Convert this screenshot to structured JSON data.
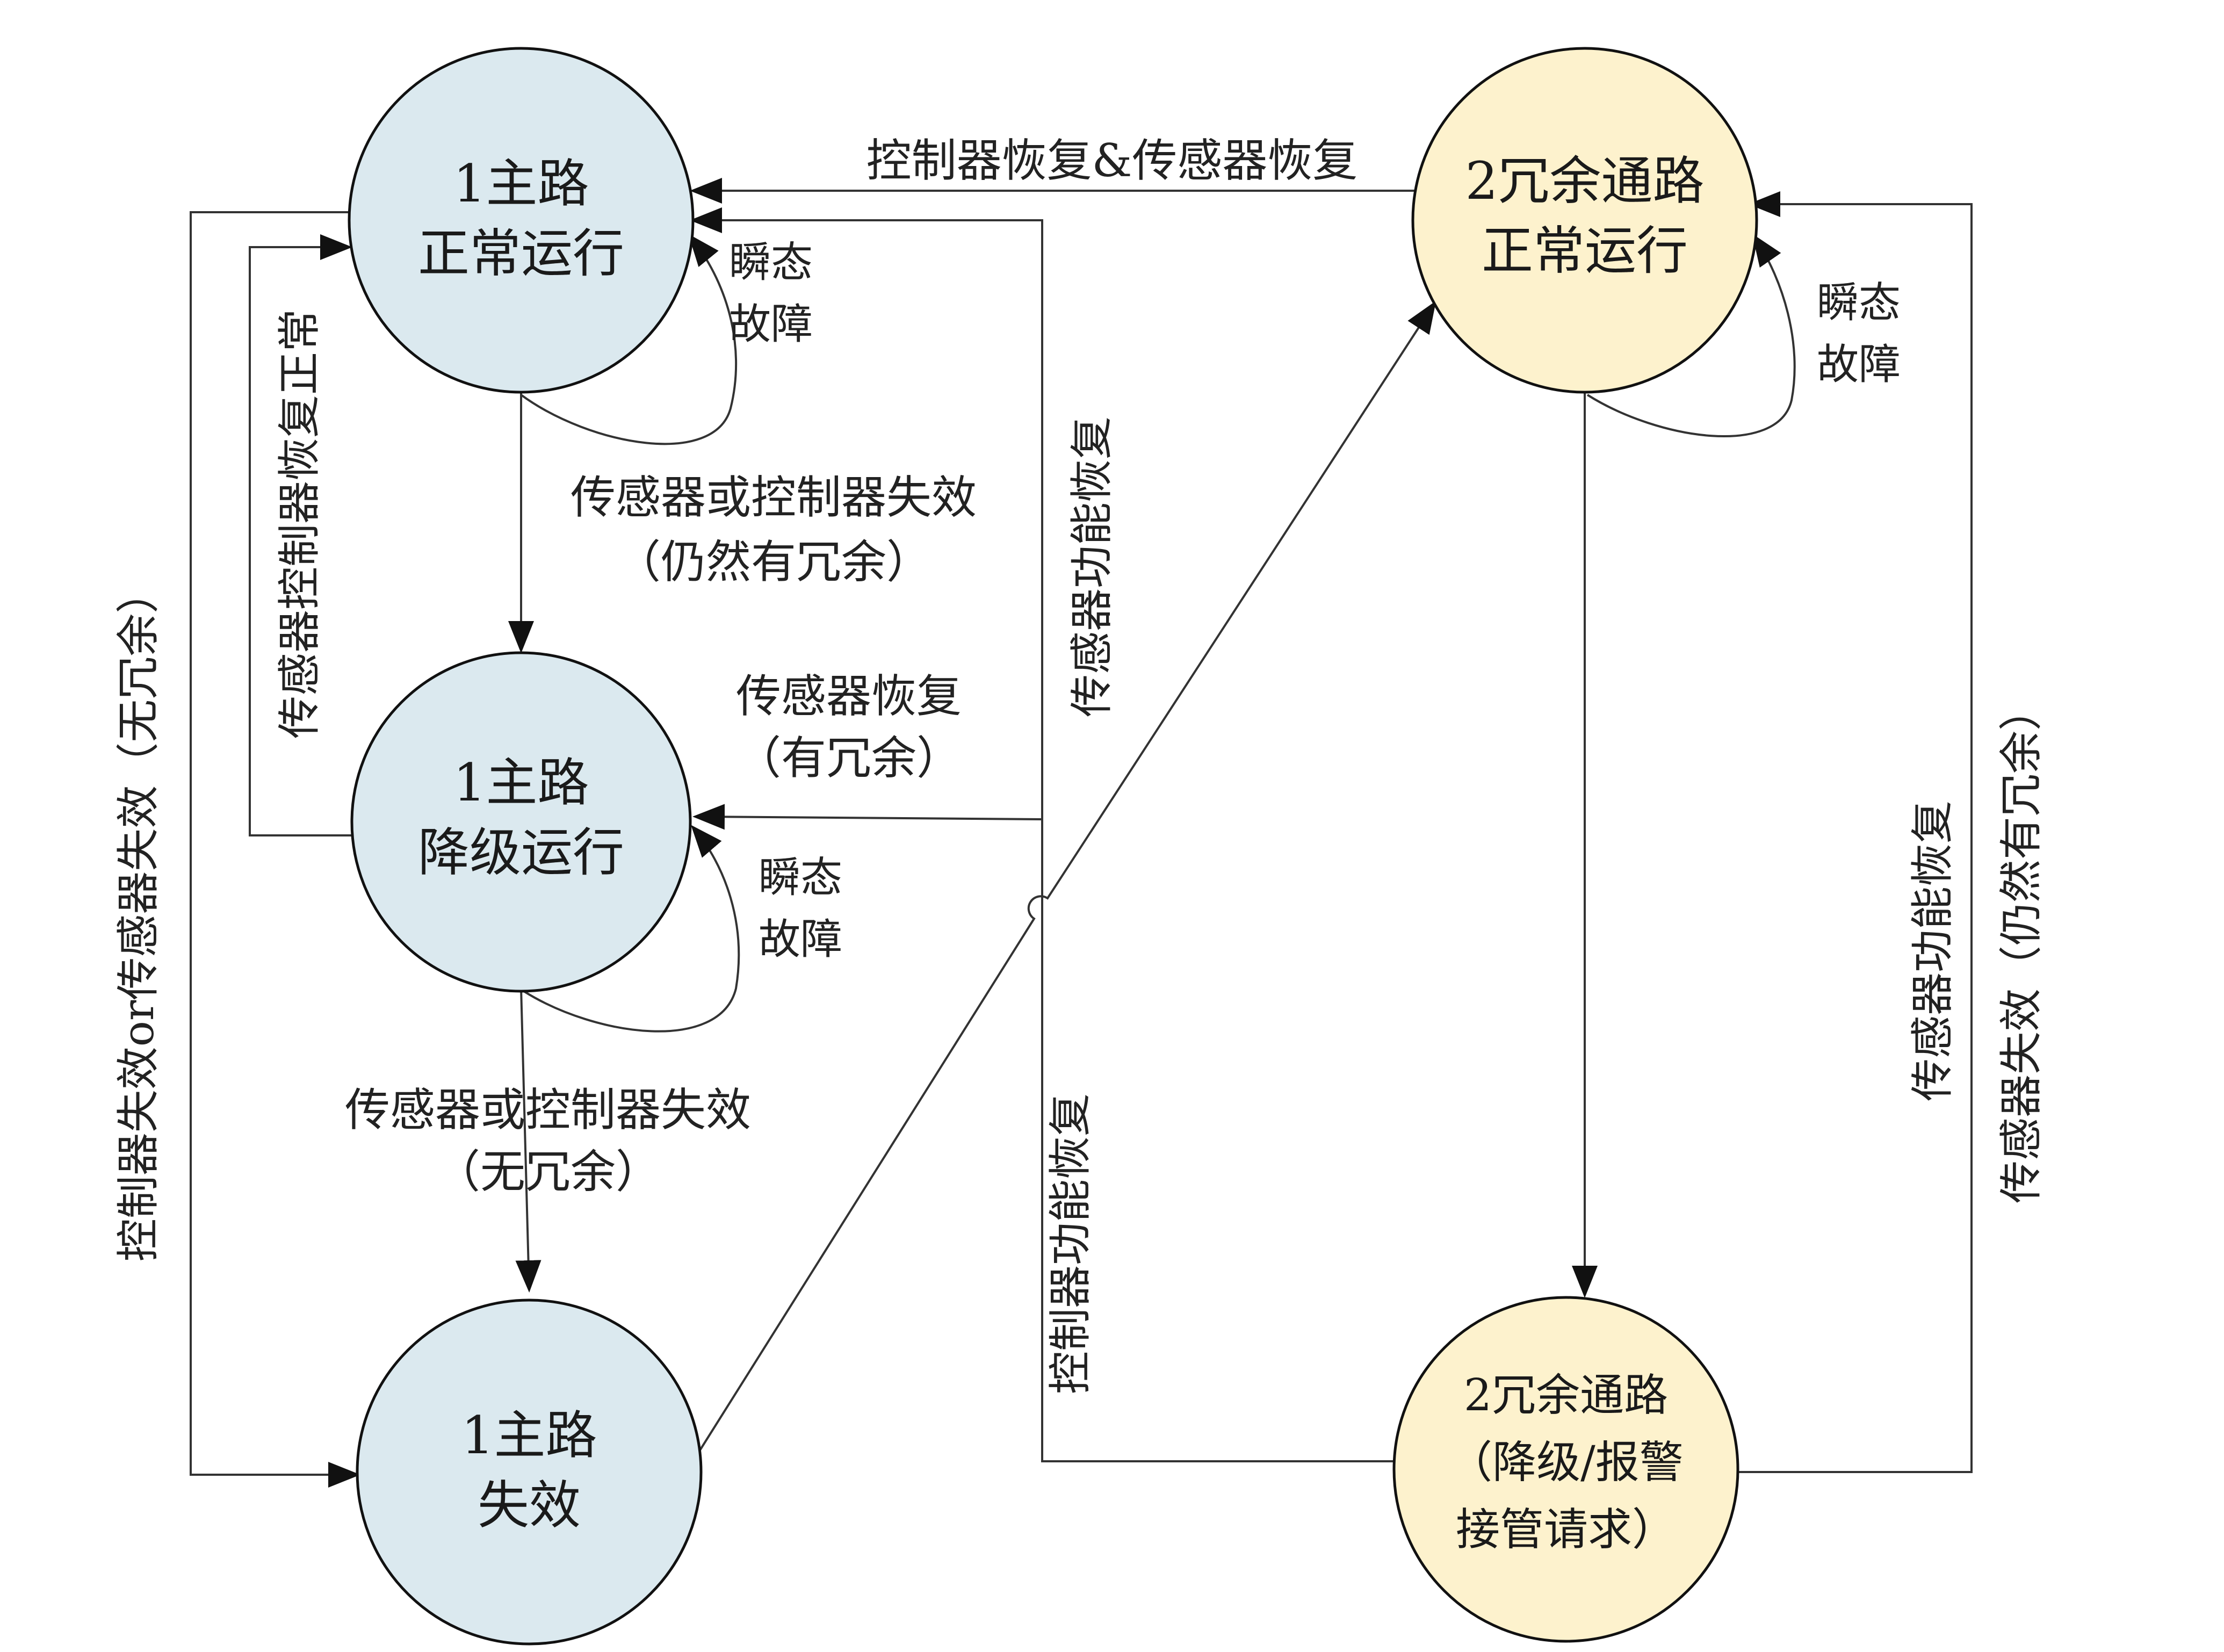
{
  "nodes": {
    "n1": {
      "line1": "1主路",
      "line2": "正常运行",
      "fill": "#dbe9ef"
    },
    "n2": {
      "line1": "1主路",
      "line2": "降级运行",
      "fill": "#dbe9ef"
    },
    "n3": {
      "line1": "1主路",
      "line2": "失效",
      "fill": "#dbe9ef"
    },
    "n4": {
      "line1": "2冗余通路",
      "line2": "正常运行",
      "fill": "#fdf2cd"
    },
    "n5": {
      "line1": "2冗余通路",
      "line2": "（降级/报警",
      "line3": "接管请求）",
      "fill": "#fdf2cd"
    }
  },
  "labels": {
    "top_edge": "控制器恢复&传感器恢复",
    "self_n1_a": "瞬态",
    "self_n1_b": "故障",
    "self_n2_a": "瞬态",
    "self_n2_b": "故障",
    "self_n4_a": "瞬态",
    "self_n4_b": "故障",
    "n1_to_n2_a": "传感器或控制器失效",
    "n1_to_n2_b": "（仍然有冗余）",
    "n2_to_n3_a": "传感器或控制器失效",
    "n2_to_n3_b": "（无冗余）",
    "sensor_recover_a": "传感器恢复",
    "sensor_recover_b": "（有冗余）",
    "v_n2_to_n1": "传感器控制器恢复正常",
    "v_n1_to_n3": "控制器失效or传感器失效（无冗余）",
    "v_sensor_func": "传感器功能恢复",
    "v_ctrl_func": "控制器功能恢复",
    "v_right_func": "传感器功能恢复",
    "v_right_fail": "传感器失效（仍然有冗余）"
  }
}
